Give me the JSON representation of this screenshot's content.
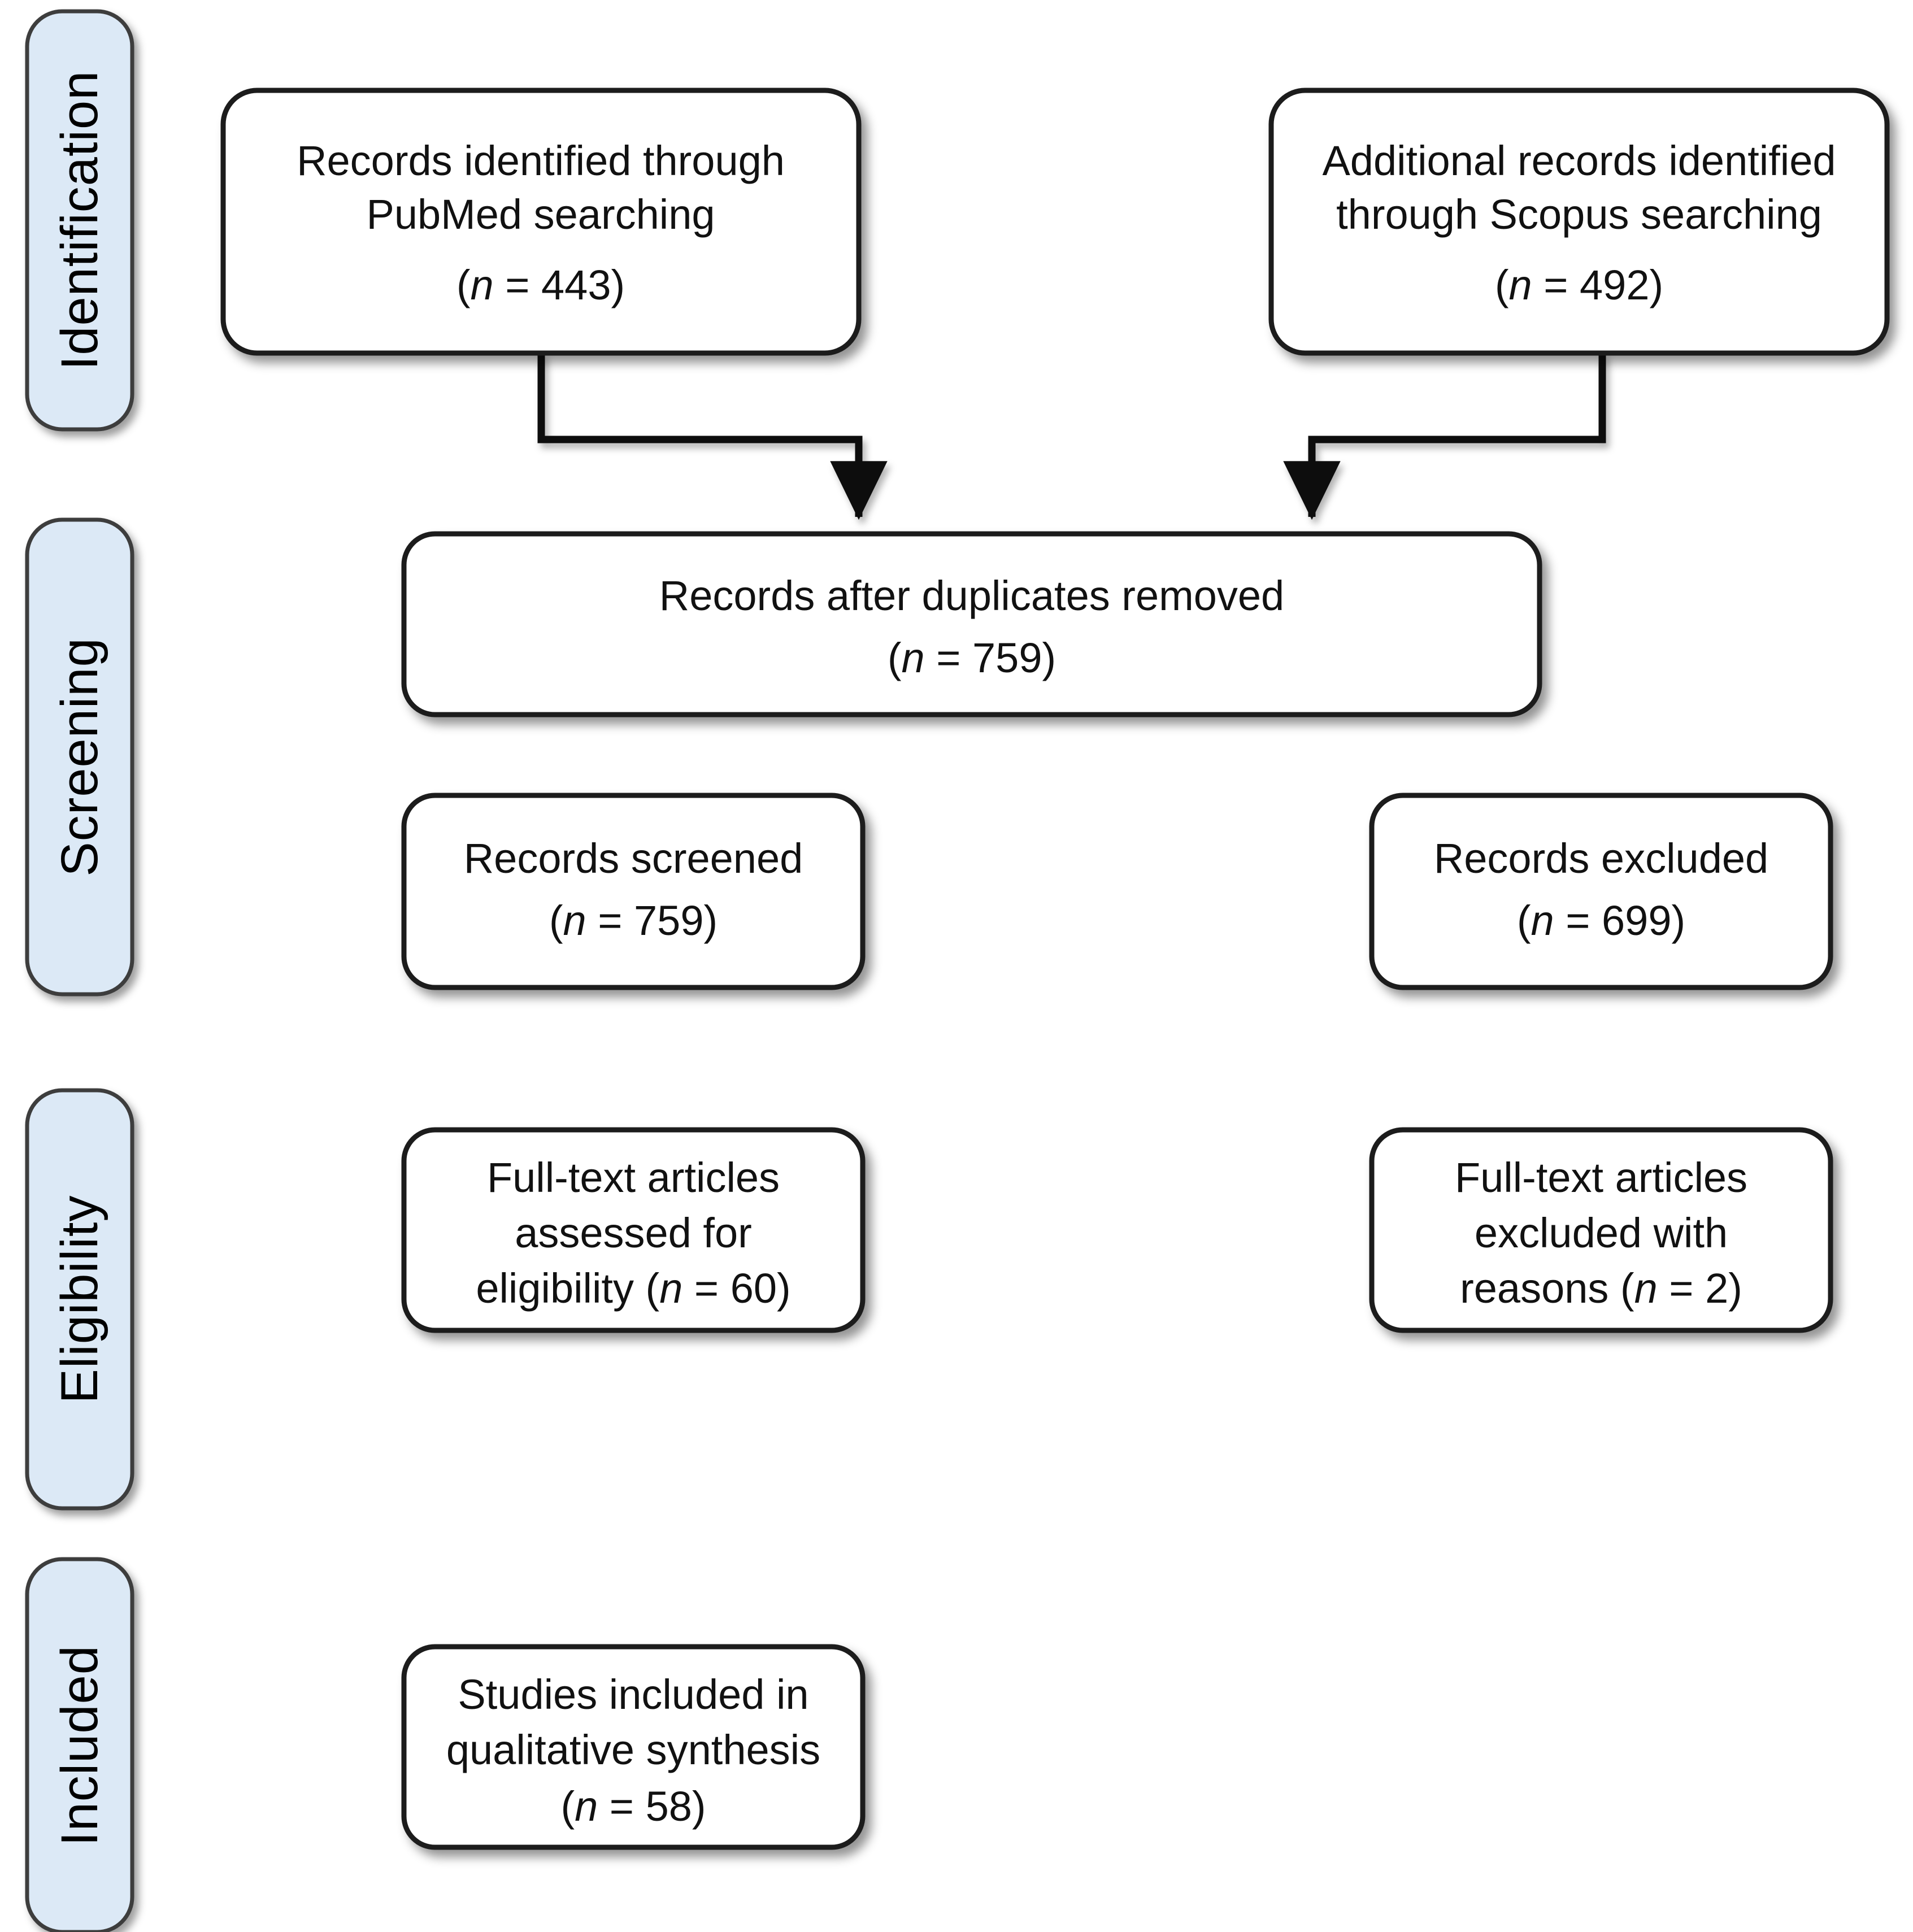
{
  "figure": {
    "type": "prisma-flow-diagram",
    "background_color": "#ffffff",
    "box_fill": "#ffffff",
    "box_stroke": "#1a1a1a",
    "stage_fill": "#dce9f6",
    "stage_stroke": "#3c3c3c",
    "connector_color": "#111111"
  },
  "stages": [
    {
      "id": "identification",
      "label": "Identification"
    },
    {
      "id": "screening",
      "label": "Screening"
    },
    {
      "id": "eligibility",
      "label": "Eligibility"
    },
    {
      "id": "included",
      "label": "Included"
    }
  ],
  "nodes": {
    "pubmed": {
      "id": "records-identified-pubmed",
      "line1": "Records identified through",
      "line2": "PubMed searching",
      "count_prefix": "(",
      "count_italic": "n",
      "count_eq": " = 443)",
      "count_label": "(n = 443)",
      "n": 443
    },
    "scopus": {
      "id": "additional-records-scopus",
      "line1": "Additional records identified",
      "line2": "through Scopus searching",
      "count_prefix": "(",
      "count_italic": "n",
      "count_eq": " = 492)",
      "count_label": "(n = 492)",
      "n": 492
    },
    "duplicates_removed": {
      "id": "records-after-duplicates-removed",
      "line1": "Records after duplicates removed",
      "count_prefix": "(",
      "count_italic": "n",
      "count_eq": " = 759)",
      "count_label": "(n = 759)",
      "n": 759
    },
    "screened": {
      "id": "records-screened",
      "line1": "Records screened",
      "count_prefix": "(",
      "count_italic": "n",
      "count_eq": " = 759)",
      "count_label": "(n = 759)",
      "n": 759
    },
    "records_excluded": {
      "id": "records-excluded",
      "line1": "Records excluded",
      "count_prefix": "(",
      "count_italic": "n",
      "count_eq": " = 699)",
      "count_label": "(n = 699)",
      "n": 699
    },
    "fulltext_assessed": {
      "id": "full-text-articles-assessed",
      "line1": "Full-text articles",
      "line2": "assessed for",
      "line3_pre": "eligibility (",
      "line3_italic": "n",
      "line3_post": " = 60)",
      "line3_label": "eligibility (n = 60)",
      "n": 60
    },
    "fulltext_excluded": {
      "id": "full-text-articles-excluded",
      "line1": "Full-text articles",
      "line2": "excluded with",
      "line3_pre": "reasons (",
      "line3_italic": "n",
      "line3_post": " = 2)",
      "line3_label": "reasons (n = 2)",
      "n": 2
    },
    "studies_included": {
      "id": "studies-included-qualitative-synthesis",
      "line1": "Studies included in",
      "line2": "qualitative synthesis",
      "count_prefix": "(",
      "count_italic": "n",
      "count_eq": " = 58)",
      "count_label": "(n = 58)",
      "n": 58
    }
  },
  "flow": [
    {
      "from": "pubmed",
      "to": "duplicates_removed",
      "kind": "elbow-down"
    },
    {
      "from": "scopus",
      "to": "duplicates_removed",
      "kind": "elbow-down"
    },
    {
      "from": "duplicates_removed",
      "to": "screened",
      "kind": "straight-down"
    },
    {
      "from": "screened",
      "to": "records_excluded",
      "kind": "straight-right"
    },
    {
      "from": "screened",
      "to": "fulltext_assessed",
      "kind": "straight-down"
    },
    {
      "from": "fulltext_assessed",
      "to": "fulltext_excluded",
      "kind": "straight-right"
    },
    {
      "from": "fulltext_assessed",
      "to": "studies_included",
      "kind": "straight-down"
    }
  ]
}
